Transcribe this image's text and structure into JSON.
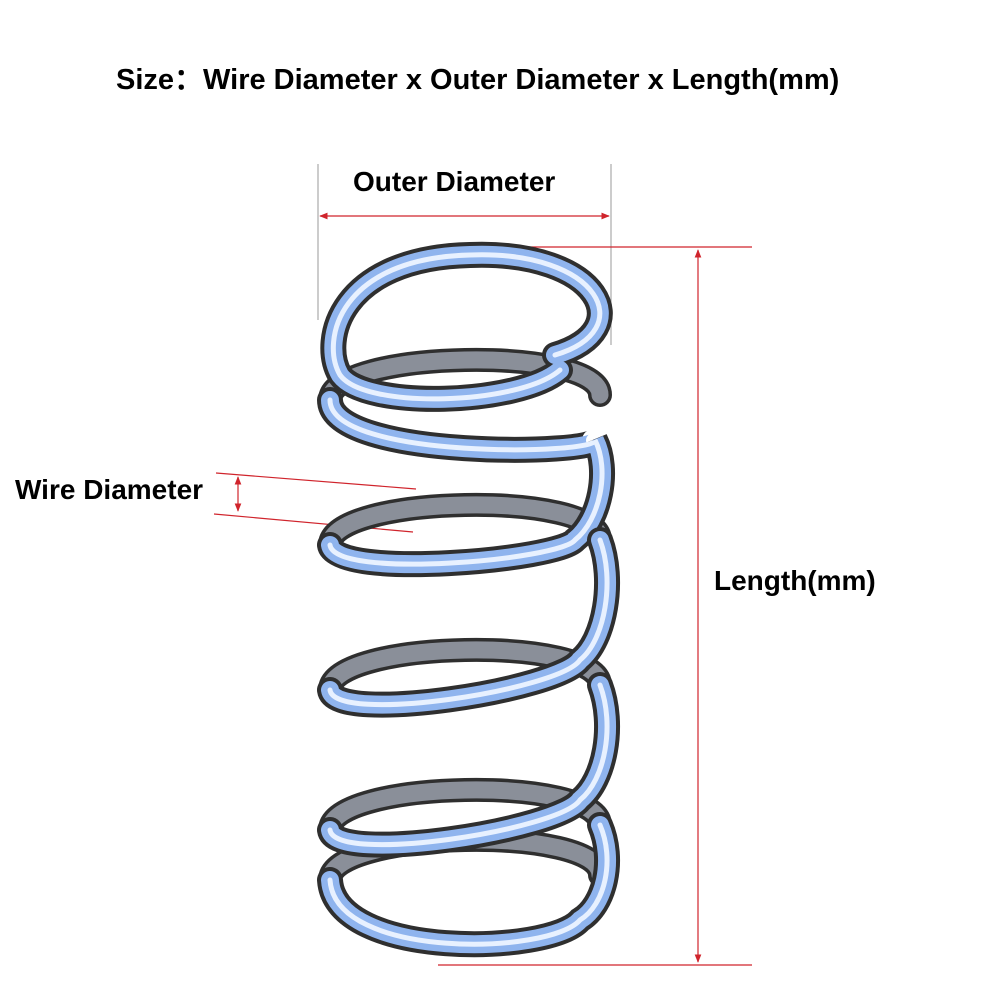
{
  "title": "Size：Wire Diameter x Outer Diameter x Length(mm)",
  "labels": {
    "outer_diameter": "Outer Diameter",
    "wire_diameter": "Wire Diameter",
    "length": "Length(mm)"
  },
  "colors": {
    "dimension_line": "#d0242c",
    "guide_line": "#9a9a9a",
    "spring_dark": "#2f2f2f",
    "spring_steel": "#8a8f99",
    "spring_blue": "#8fb4ee",
    "spring_highlight": "#e8f1ff"
  }
}
